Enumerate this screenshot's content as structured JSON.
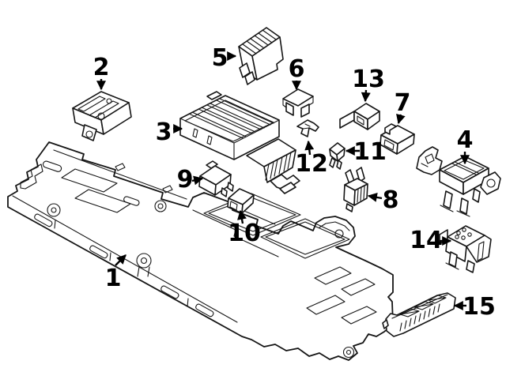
{
  "figure": {
    "type": "exploded-parts-diagram",
    "background_color": "#ffffff",
    "line_color": "#151515",
    "label_color": "#000000",
    "part_count": 15,
    "callouts": [
      {
        "label": "1"
      },
      {
        "label": "2"
      },
      {
        "label": "3"
      },
      {
        "label": "4"
      },
      {
        "label": "5"
      },
      {
        "label": "6"
      },
      {
        "label": "7"
      },
      {
        "label": "8"
      },
      {
        "label": "9"
      },
      {
        "label": "10"
      },
      {
        "label": "11"
      },
      {
        "label": "12"
      },
      {
        "label": "13"
      },
      {
        "label": "14"
      },
      {
        "label": "15"
      }
    ]
  }
}
